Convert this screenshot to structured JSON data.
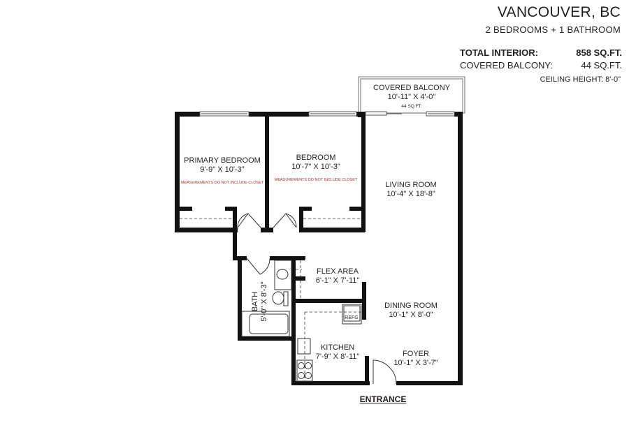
{
  "header": {
    "city": "VANCOUVER, BC",
    "unit_type": "2 BEDROOMS + 1 BATHROOM"
  },
  "stats": {
    "total_interior_label": "TOTAL INTERIOR:",
    "total_interior_value": "858 SQ.FT.",
    "balcony_label": "COVERED BALCONY:",
    "balcony_value": "44 SQ.FT.",
    "ceiling": "CEILING HEIGHT: 8'-0\""
  },
  "rooms": {
    "balcony": {
      "name": "COVERED BALCONY",
      "dims": "10'-11\" X 4'-0\"",
      "area": "44 SQ.FT."
    },
    "primary_bedroom": {
      "name": "PRIMARY BEDROOM",
      "dims": "9'-9\" X 10'-3\"",
      "note": "MEASUREMENTS DO NOT INCLUDE CLOSET"
    },
    "bedroom": {
      "name": "BEDROOM",
      "dims": "10'-7\" X 10'-3\"",
      "note": "MEASUREMENTS DO NOT INCLUDE CLOSET"
    },
    "living_room": {
      "name": "LIVING ROOM",
      "dims": "10'-4\" X 18'-8\""
    },
    "flex_area": {
      "name": "FLEX AREA",
      "dims": "6'-1\" X 7'-11\""
    },
    "bath": {
      "name": "BATH",
      "dims": "5'-0\" X 8'-3\""
    },
    "dining_room": {
      "name": "DINING ROOM",
      "dims": "10'-1\" X 8'-0\""
    },
    "kitchen": {
      "name": "KITCHEN",
      "dims": "7'-9\" X 8'-11\""
    },
    "foyer": {
      "name": "FOYER",
      "dims": "10'-1\" X 3'-7\""
    }
  },
  "fixtures": {
    "fridge": "REFG"
  },
  "entrance": "ENTRANCE",
  "colors": {
    "wall": "#111111",
    "note": "#aa3333",
    "text": "#231f20"
  }
}
